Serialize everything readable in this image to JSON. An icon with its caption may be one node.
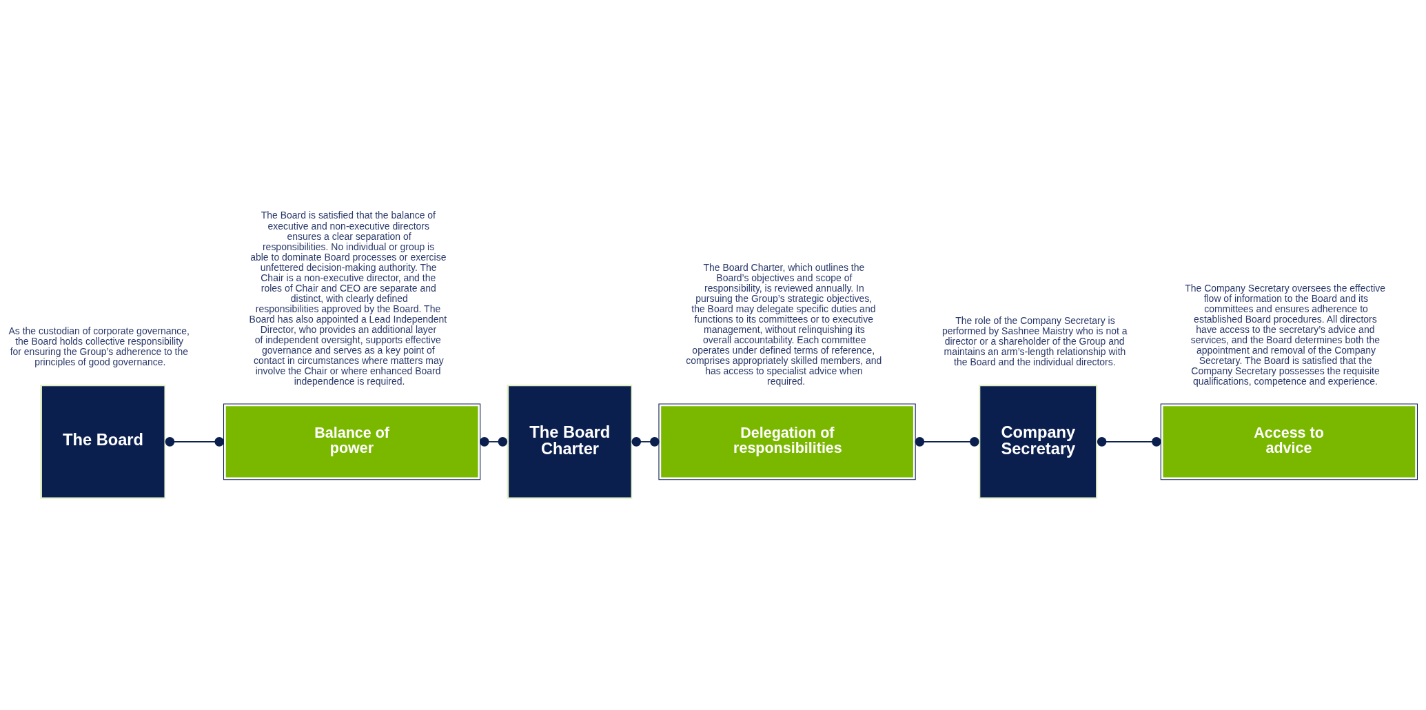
{
  "diagram": {
    "nodes": [
      {
        "text": [
          "The Board"
        ],
        "beside": [
          "As the custodian of corporate governance, the Board holds collective responsibility for ensuring the Group’s adherence to the principles of good governance."
        ]
      },
      {
        "text": [
          "Balance of power"
        ],
        "beside": [
          "The Board is satisfied that the balance of executive and non-executive directors ensures a clear separation of responsibilities. No individual or group is able to dominate Board processes or exercise unfettered decision-making authority. The Chair is a non-executive director, and the roles of Chair and CEO are separate and distinct, with clearly defined responsibilities approved by the Board. The Board has also appointed a Lead Independent Director, who provides an additional layer of independent oversight, supports effective governance and serves as a key point of contact in circumstances where matters may involve the Chair or where enhanced Board independence is required."
        ]
      },
      {
        "text": [
          "The Board Charter"
        ]
      },
      {
        "text": [
          "Delegation of responsibilities"
        ],
        "beside": [
          "The Board Charter, which outlines the Board’s objectives and scope of responsibility, is reviewed annually. In pursuing the Group’s strategic objectives, the Board may delegate specific duties and functions to its committees or to executive management, without relinquishing its overall accountability. Each committee operates under defined terms of reference, comprises appropriately skilled members, and has access to specialist advice when required."
        ]
      },
      {
        "text": [
          "Company Secretary"
        ],
        "beside": [
          "The role of the Company Secretary is performed by Sashnee Maistry who is not a director or a shareholder of the Group and maintains an arm’s-length relationship with the Board and the individual directors."
        ]
      },
      {
        "text": [
          "Access to advice"
        ],
        "beside": [
          "The Company Secretary oversees the effective flow of information to the Board and its committees and ensures adherence to established Board procedures. All directors have access to the secretary’s advice and services, and the Board determines both the appointment and removal of the Company Secretary. The Board is satisfied that the Company Secretary possesses the requisite qualifications, competence and experience."
        ]
      }
    ],
    "edges": [
      {
        "from": 0,
        "to": 1,
        "arrow": "other"
      },
      {
        "from": 1,
        "to": 2,
        "arrow": "other"
      },
      {
        "from": 2,
        "to": 3,
        "arrow": "other"
      },
      {
        "from": 3,
        "to": 4,
        "arrow": "other"
      },
      {
        "from": 4,
        "to": 5,
        "arrow": "other"
      }
    ]
  }
}
